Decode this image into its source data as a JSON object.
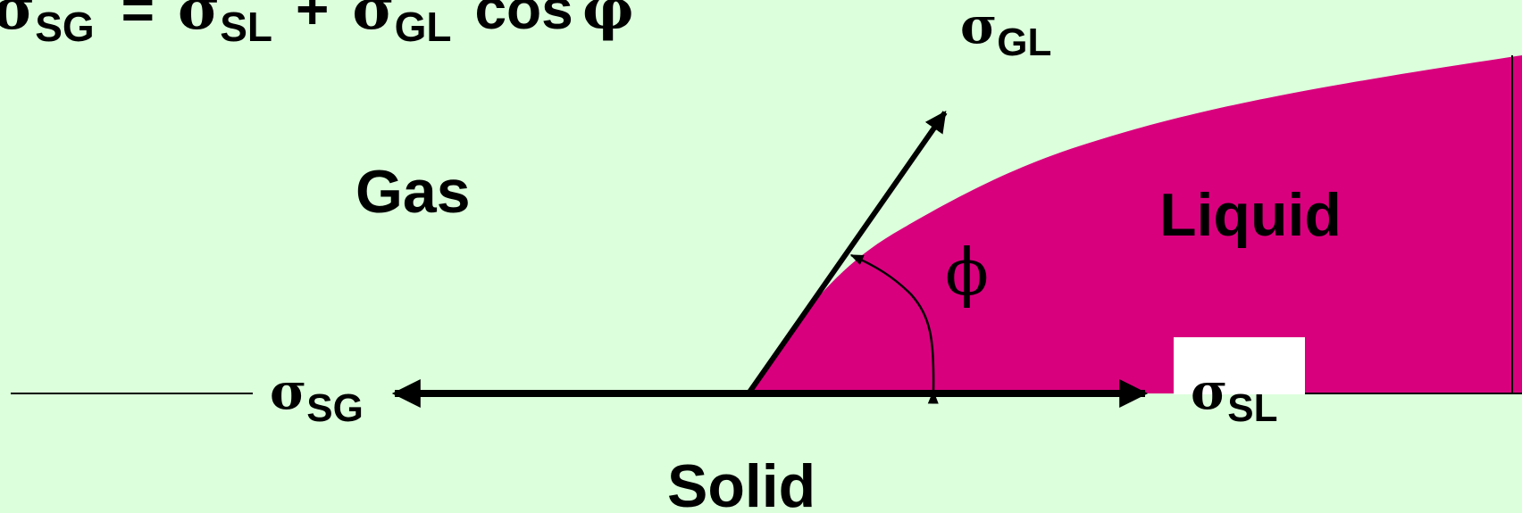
{
  "equation": {
    "sigma_1": "σ",
    "sub_1": "SG",
    "eq": "=",
    "sigma_2": "σ",
    "sub_2": "SL",
    "plus": "+",
    "sigma_3": "σ",
    "sub_3": "GL",
    "cos": "cos",
    "phi": "φ"
  },
  "labels": {
    "gas": "Gas",
    "liquid": "Liquid",
    "solid": "Solid",
    "angle": "ϕ",
    "sigma": "σ",
    "sub_gl": "GL",
    "sub_sg": "SG",
    "sub_sl": "SL"
  },
  "colors": {
    "background": "#dcffdc",
    "liquid": "#d9007e",
    "lines": "#000000",
    "label_box": "#ffffff"
  }
}
